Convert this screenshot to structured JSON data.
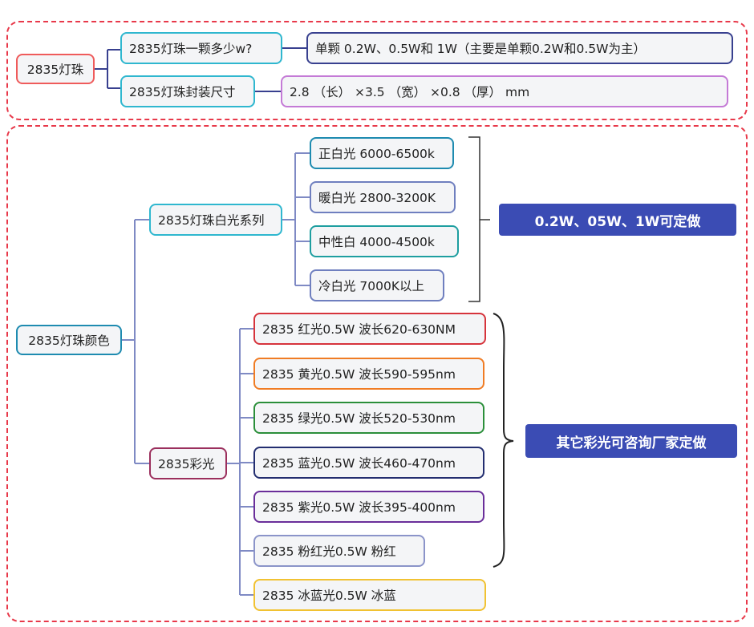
{
  "colors": {
    "frame": "#e8394a",
    "tag_bg": "#3b4cb4",
    "connector": "#7f8ac4",
    "border_red_root": "#ef5b5b",
    "border_cyan": "#2fb7cf",
    "border_navy": "#38408f",
    "border_purple": "#c47ad6",
    "border_teal": "#1e8bb0",
    "border_white_node": "#6f7fbf",
    "border_plum": "#9b2f5d",
    "border_red": "#d6343c",
    "border_orange": "#f07c24",
    "border_green": "#2b8f3a",
    "border_dark_navy": "#232e70",
    "border_violet": "#6a2e9a",
    "border_lavender": "#8b94c9",
    "border_yellow": "#f1c232"
  },
  "section1": {
    "root": "2835灯珠",
    "q_watt": "2835灯珠一颗多少w?",
    "a_watt": "单颗 0.2W、0.5W和 1W（主要是单颗0.2W和0.5W为主）",
    "q_size": "2835灯珠封装尺寸",
    "a_size": "2.8 （长） ×3.5 （宽） ×0.8 （厚） mm"
  },
  "section2": {
    "root": "2835灯珠颜色",
    "white_series": "2835灯珠白光系列",
    "white_items": [
      "正白光 6000-6500k",
      "暖白光 2800-3200K",
      "中性白  4000-4500k",
      "冷白光  7000K以上"
    ],
    "white_note": "0.2W、05W、1W可定做",
    "color_series": "2835彩光",
    "color_items": [
      "2835 红光0.5W 波长620-630NM",
      "2835 黄光0.5W 波长590-595nm",
      "2835 绿光0.5W 波长520-530nm",
      "2835 蓝光0.5W 波长460-470nm",
      "2835 紫光0.5W 波长395-400nm",
      "2835 粉红光0.5W   粉红",
      "2835 冰蓝光0.5W  冰蓝"
    ],
    "color_note": "其它彩光可咨询厂家定做"
  }
}
